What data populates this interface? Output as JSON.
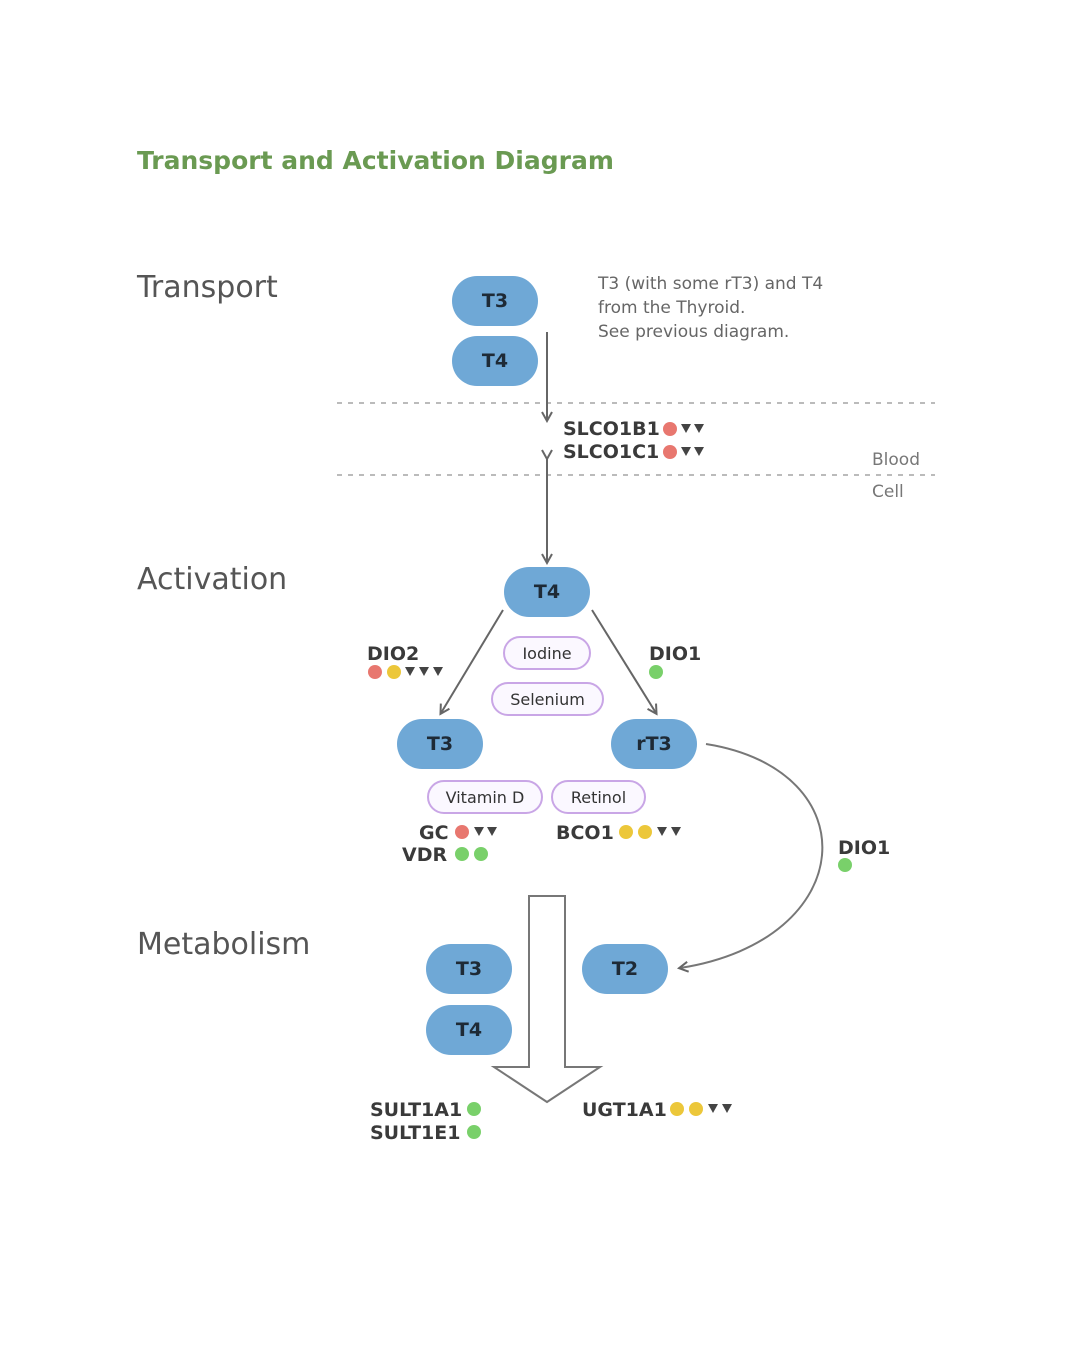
{
  "title": "Transport and Activation Diagram",
  "sections": {
    "transport": "Transport",
    "activation": "Activation",
    "metabolism": "Metabolism"
  },
  "note": {
    "line1": "T3 (with some rT3) and T4",
    "line2": "from the Thyroid.",
    "line3": "See previous diagram."
  },
  "zones": {
    "blood": "Blood",
    "cell": "Cell"
  },
  "hormones": {
    "transport_t3": "T3",
    "transport_t4": "T4",
    "activation_t4": "T4",
    "activation_t3": "T3",
    "activation_rt3": "rT3",
    "metab_t3": "T3",
    "metab_t4": "T4",
    "metab_t2": "T2"
  },
  "cofactors": {
    "iodine": "Iodine",
    "selenium": "Selenium",
    "vitamin_d": "Vitamin D",
    "retinol": "Retinol"
  },
  "genes": {
    "slco1b1": "SLCO1B1",
    "slco1c1": "SLCO1C1",
    "dio2": "DIO2",
    "dio1_left": "DIO1",
    "gc": "GC",
    "vdr": "VDR",
    "bco1": "BCO1",
    "dio1_right": "DIO1",
    "sult1a1": "SULT1A1",
    "sult1e1": "SULT1E1",
    "ugt1a1": "UGT1A1"
  },
  "colors": {
    "title": "#6a9a52",
    "hormone": "#6fa8d6",
    "cofactor_border": "#c9a6e6",
    "dot_red": "#e8776f",
    "dot_yellow": "#ecc73a",
    "dot_green": "#79d06a"
  }
}
